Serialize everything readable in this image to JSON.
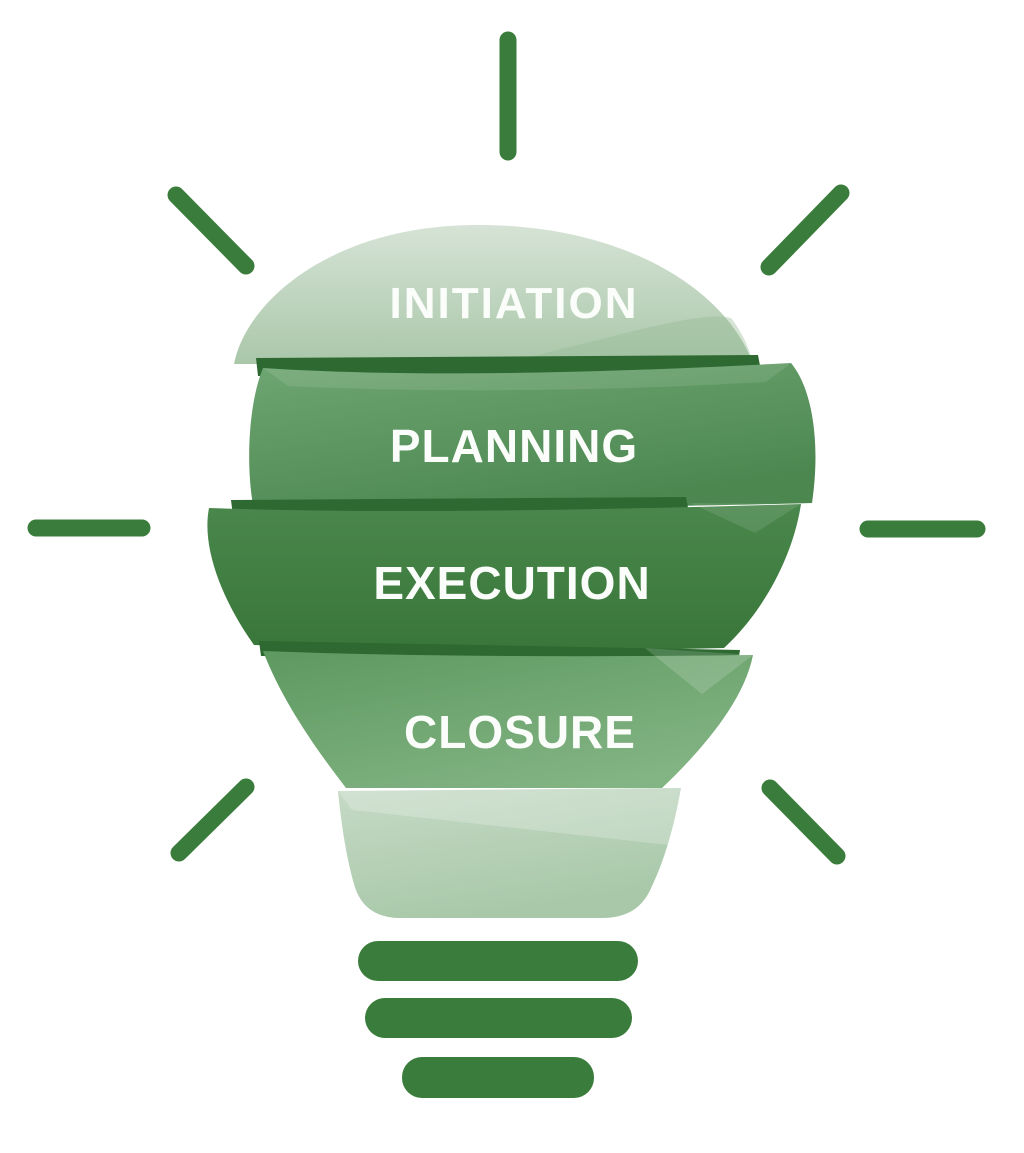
{
  "diagram": {
    "type": "lightbulb-project-phases",
    "phases": [
      {
        "label": "INITIATION",
        "fill_top": "#d6e3d6",
        "fill_bottom": "#aac7aa"
      },
      {
        "label": "PLANNING",
        "fill_top": "#6fa673",
        "fill_bottom": "#4c8750"
      },
      {
        "label": "EXECUTION",
        "fill_top": "#4a874c",
        "fill_bottom": "#397639"
      },
      {
        "label": "CLOSURE",
        "fill_top": "#5e9960",
        "fill_bottom": "#83b484"
      }
    ],
    "colors": {
      "background": "#ffffff",
      "ray": "#3a7c3b",
      "base_bar": "#3a7c3b",
      "seam": "#2d6930",
      "dome_shade": "#93b894",
      "neck_top": "#c6dac6",
      "neck_bottom": "#a8c8a9",
      "label_text": "#fafdfa"
    }
  }
}
